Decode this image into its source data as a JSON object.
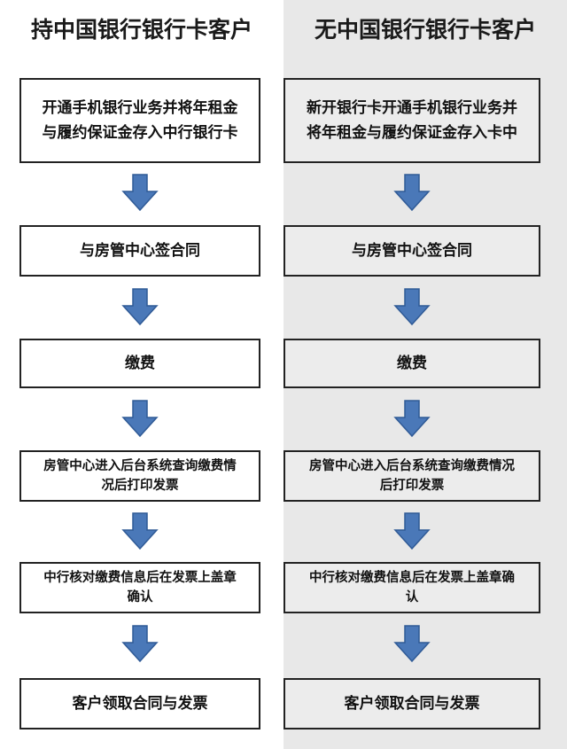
{
  "left": {
    "title": "持中国银行银行卡客户",
    "steps": [
      [
        "开通手机银行业务并将年租金",
        "与履约保证金存入中行银行卡"
      ],
      [
        "与房管中心签合同"
      ],
      [
        "缴费"
      ],
      [
        "房管中心进入后台系统查询缴费情",
        "况后打印发票"
      ],
      [
        "中行核对缴费信息后在发票上盖章",
        "确认"
      ],
      [
        "客户领取合同与发票"
      ]
    ]
  },
  "right": {
    "title": "无中国银行银行卡客户",
    "steps": [
      [
        "新开银行卡开通手机银行业务并",
        "将年租金与履约保证金存入卡中"
      ],
      [
        "与房管中心签合同"
      ],
      [
        "缴费"
      ],
      [
        "房管中心进入后台系统查询缴费情况",
        "后打印发票"
      ],
      [
        "中行核对缴费信息后在发票上盖章确",
        "认"
      ],
      [
        "客户领取合同与发票"
      ]
    ]
  },
  "colors": {
    "arrow": "#4a78b8",
    "arrow_stroke": "#2f5a96",
    "box_border": "#222222",
    "right_bg": "#e8e8e8"
  }
}
